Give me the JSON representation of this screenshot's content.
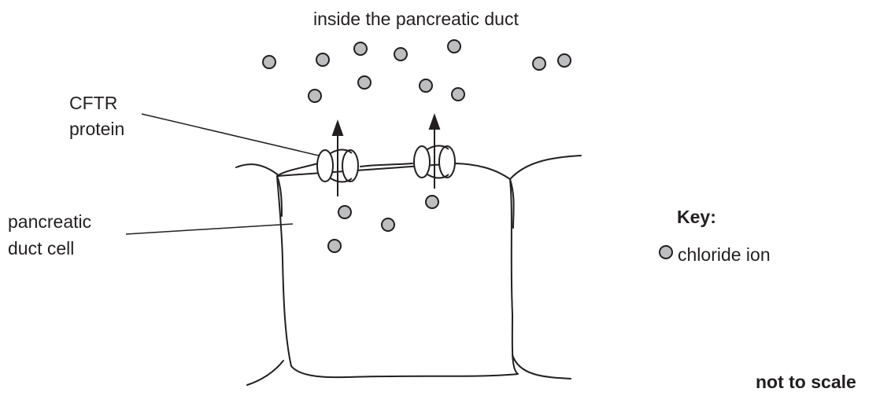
{
  "labels": {
    "duct_title": "inside the pancreatic duct",
    "cftr_line1": "CFTR",
    "cftr_line2": "protein",
    "cell_line1": "pancreatic",
    "cell_line2": "duct cell",
    "key_title": "Key:",
    "key_item": "chloride ion",
    "scale_note": "not to scale"
  },
  "colors": {
    "ion_fill": "#bcbec0",
    "stroke": "#231f20"
  }
}
